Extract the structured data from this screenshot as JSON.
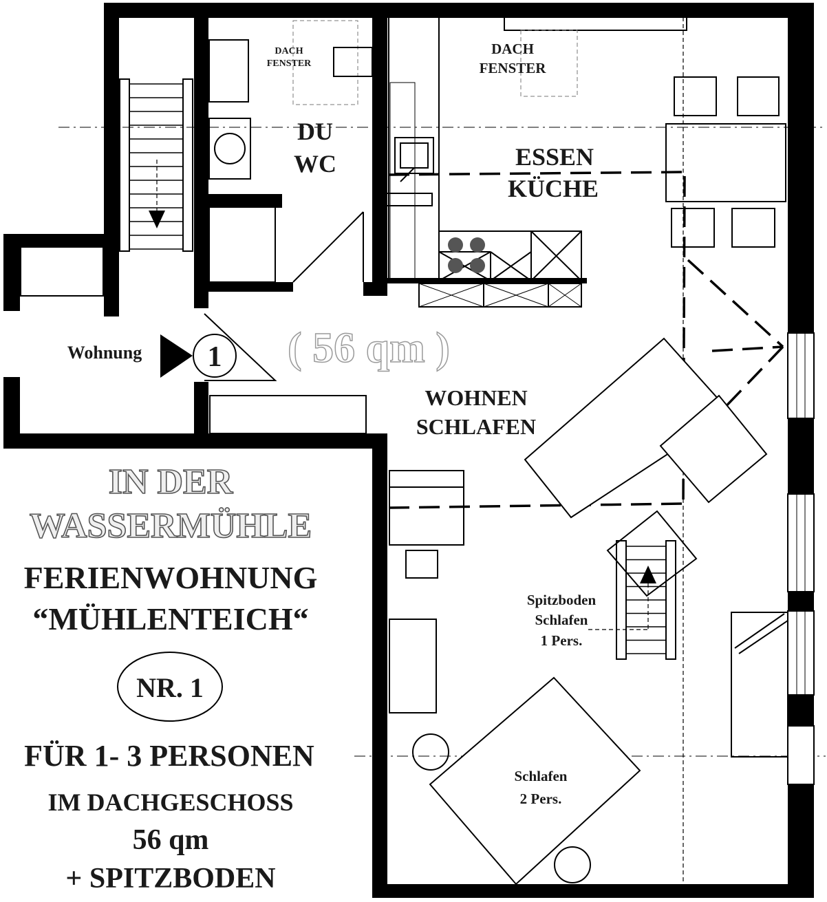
{
  "rooms": {
    "dach_fenster_small": [
      "DACH",
      "FENSTER"
    ],
    "dach_fenster_large": [
      "DACH",
      "FENSTER"
    ],
    "bath": [
      "DU",
      "WC"
    ],
    "kitchen": [
      "ESSEN",
      "KÜCHE"
    ],
    "living": [
      "WOHNEN",
      "SCHLAFEN"
    ],
    "loft": [
      "Spitzboden",
      "Schlafen",
      "1 Pers."
    ],
    "bedroom": [
      "Schlafen",
      "2 Pers."
    ]
  },
  "entrance": {
    "label": "Wohnung",
    "number": "1"
  },
  "area_label": "( 56 qm )",
  "info": {
    "title_line1": "IN DER",
    "title_line2": "WASSERMÜHLE",
    "subtitle_line1": "FERIENWOHNUNG",
    "subtitle_line2": "“MÜHLENTEICH“",
    "badge": "NR. 1",
    "capacity": "FÜR 1- 3 PERSONEN",
    "floor": "IM  DACHGESCHOSS",
    "size": "56 qm",
    "extra": "+ SPITZBODEN"
  }
}
